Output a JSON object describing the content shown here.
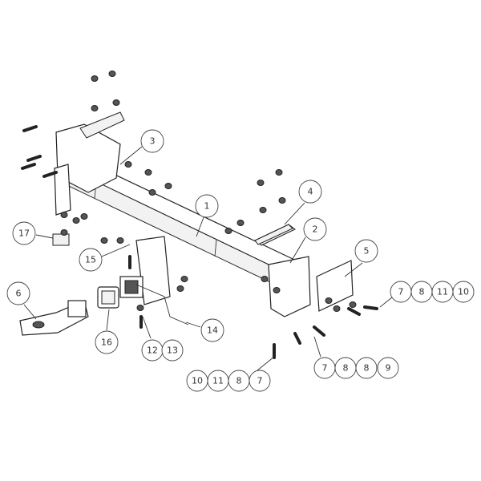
{
  "callouts": {
    "c1": "1",
    "c2": "2",
    "c3": "3",
    "c4": "4",
    "c5": "5",
    "c6": "6",
    "c12": "12",
    "c13": "13",
    "c14": "14",
    "c15": "15",
    "c16": "16",
    "c17": "17",
    "right_group": [
      "7",
      "8",
      "11",
      "10"
    ],
    "middle_group": [
      "7",
      "8",
      "8",
      "9"
    ],
    "lower_group": [
      "10",
      "11",
      "8",
      "7"
    ]
  }
}
